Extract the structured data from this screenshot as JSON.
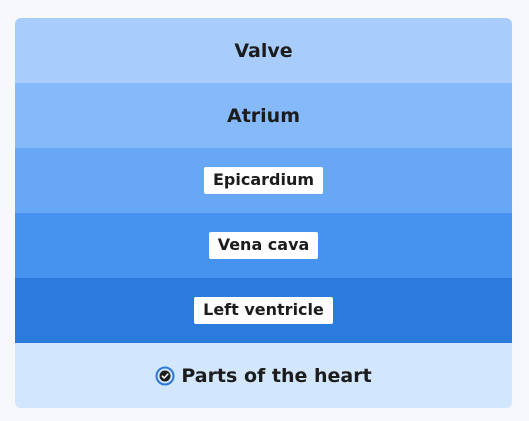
{
  "rows": [
    {
      "label": "Valve",
      "color": "#a8cdfc",
      "style": "plain"
    },
    {
      "label": "Atrium",
      "color": "#86b9fa",
      "style": "plain"
    },
    {
      "label": "Epicardium",
      "color": "#68a6f6",
      "style": "chip"
    },
    {
      "label": "Vena cava",
      "color": "#4593ee",
      "style": "chip"
    },
    {
      "label": "Left ventricle",
      "color": "#2b7bdc",
      "style": "chip"
    }
  ],
  "footer": {
    "label": "Parts of the heart",
    "icon": "check-circle-icon",
    "color": "#d2e6fd",
    "icon_color": "#2a78d8"
  }
}
